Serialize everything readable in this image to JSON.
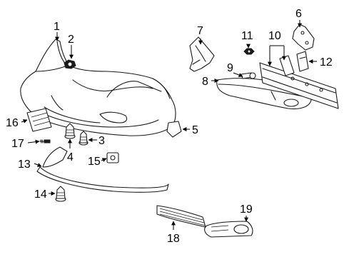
{
  "diagram": {
    "type": "exploded-parts-diagram",
    "background": "#ffffff",
    "line_color": "#1a1a1a",
    "callouts": [
      {
        "id": "c1",
        "label": "1"
      },
      {
        "id": "c2",
        "label": "2"
      },
      {
        "id": "c3",
        "label": "3"
      },
      {
        "id": "c4",
        "label": "4"
      },
      {
        "id": "c5",
        "label": "5"
      },
      {
        "id": "c6",
        "label": "6"
      },
      {
        "id": "c7",
        "label": "7"
      },
      {
        "id": "c8",
        "label": "8"
      },
      {
        "id": "c9",
        "label": "9"
      },
      {
        "id": "c10",
        "label": "10"
      },
      {
        "id": "c11",
        "label": "11"
      },
      {
        "id": "c12",
        "label": "12"
      },
      {
        "id": "c13",
        "label": "13"
      },
      {
        "id": "c14",
        "label": "14"
      },
      {
        "id": "c15",
        "label": "15"
      },
      {
        "id": "c16",
        "label": "16"
      },
      {
        "id": "c17",
        "label": "17"
      },
      {
        "id": "c18",
        "label": "18"
      },
      {
        "id": "c19",
        "label": "19"
      }
    ]
  }
}
